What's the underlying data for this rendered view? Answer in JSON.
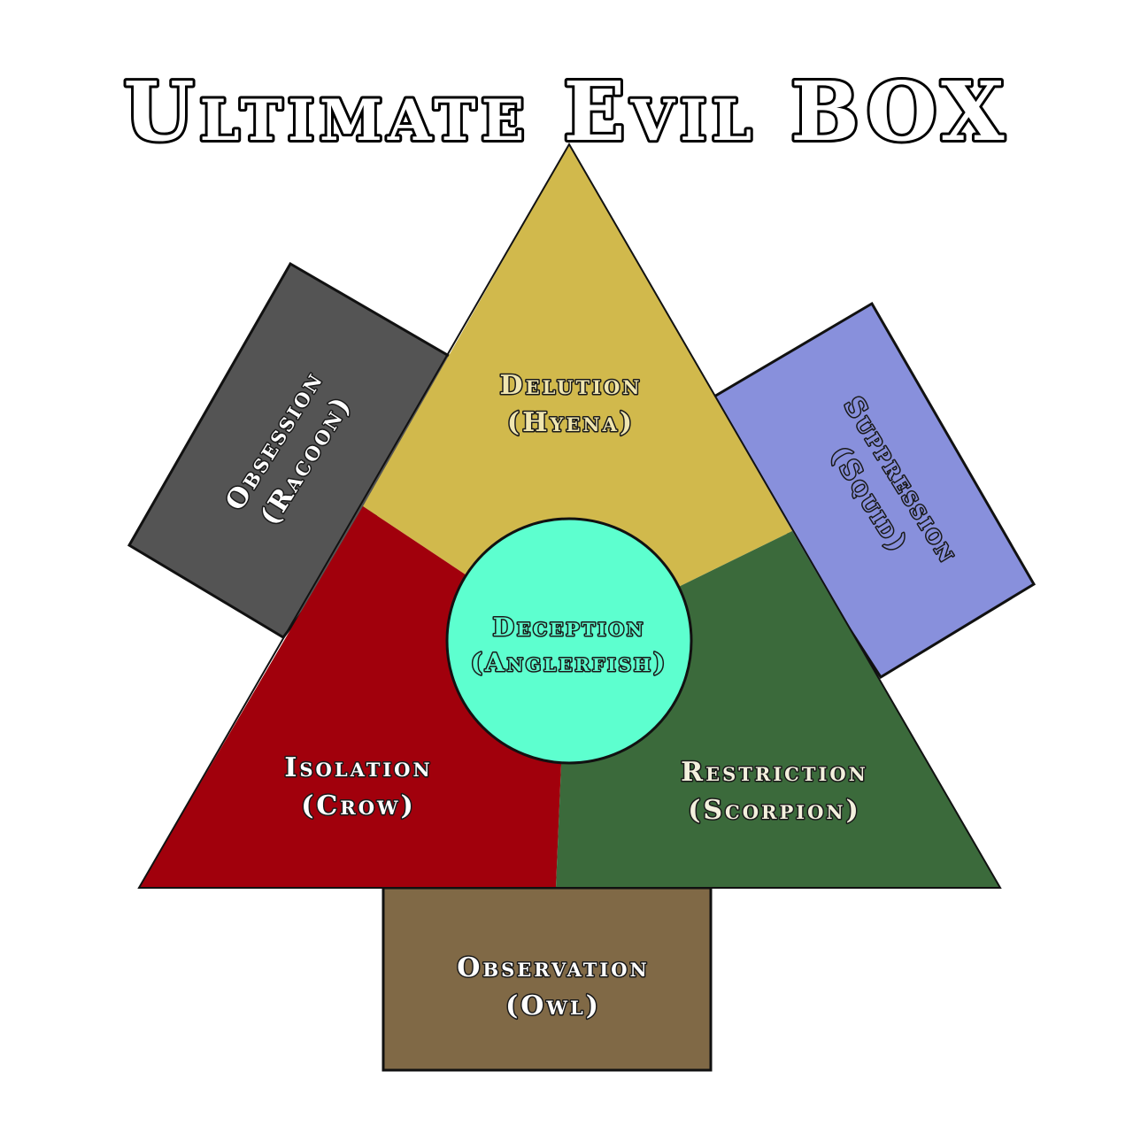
{
  "title": "Ultimate Evil BOX",
  "colors": {
    "obsession": "#545454",
    "suppression": "#8890dc",
    "delution": "#d1b94c",
    "isolation": "#a1000c",
    "restriction": "#3b6a3b",
    "observation": "#806946",
    "deception": "#5dffcf",
    "outline": "#111111"
  },
  "sections": {
    "obsession": {
      "name": "Obsession",
      "animal": "(Racoon)",
      "text_color": "#ffffff"
    },
    "suppression": {
      "name": "Suppression",
      "animal": "(Squid)",
      "text_color": "#8890dc"
    },
    "delution": {
      "name": "Delution",
      "animal": "(Hyena)",
      "text_color": "#f0e6b0"
    },
    "isolation": {
      "name": "Isolation",
      "animal": "(Crow)",
      "text_color": "#ffffff"
    },
    "restriction": {
      "name": "Restriction",
      "animal": "(Scorpion)",
      "text_color": "#f3f0dd"
    },
    "observation": {
      "name": "Observation",
      "animal": "(Owl)",
      "text_color": "#ffffff"
    },
    "deception": {
      "name": "Deception",
      "animal": "(Anglerfish)",
      "text_color": "#5dffcf"
    }
  }
}
